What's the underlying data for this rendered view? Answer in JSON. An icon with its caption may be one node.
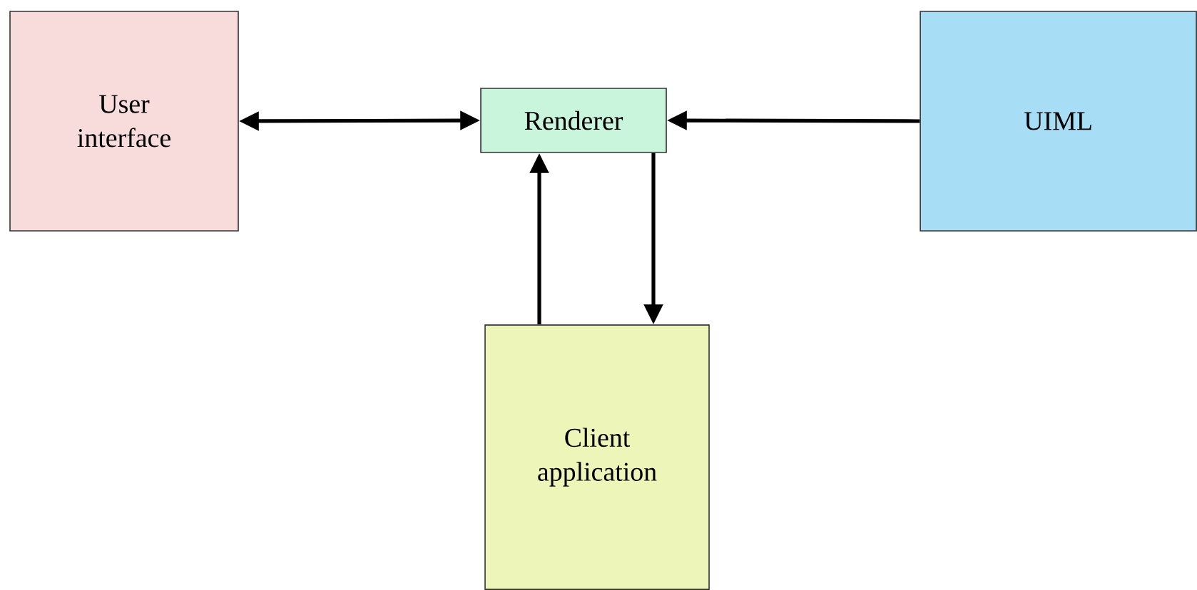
{
  "diagram": {
    "nodes": [
      {
        "text": [
          "User interface"
        ]
      },
      {
        "text": [
          "Renderer"
        ]
      },
      {
        "text": [
          "UIML"
        ]
      },
      {
        "text": [
          "Client application"
        ]
      }
    ],
    "edges": [
      {
        "from": 0,
        "to": 1,
        "arrow": "both"
      },
      {
        "from": 2,
        "to": 1,
        "arrow": "to"
      },
      {
        "from": 3,
        "to": 1,
        "arrow": "to"
      },
      {
        "from": 1,
        "to": 3,
        "arrow": "to"
      }
    ]
  }
}
